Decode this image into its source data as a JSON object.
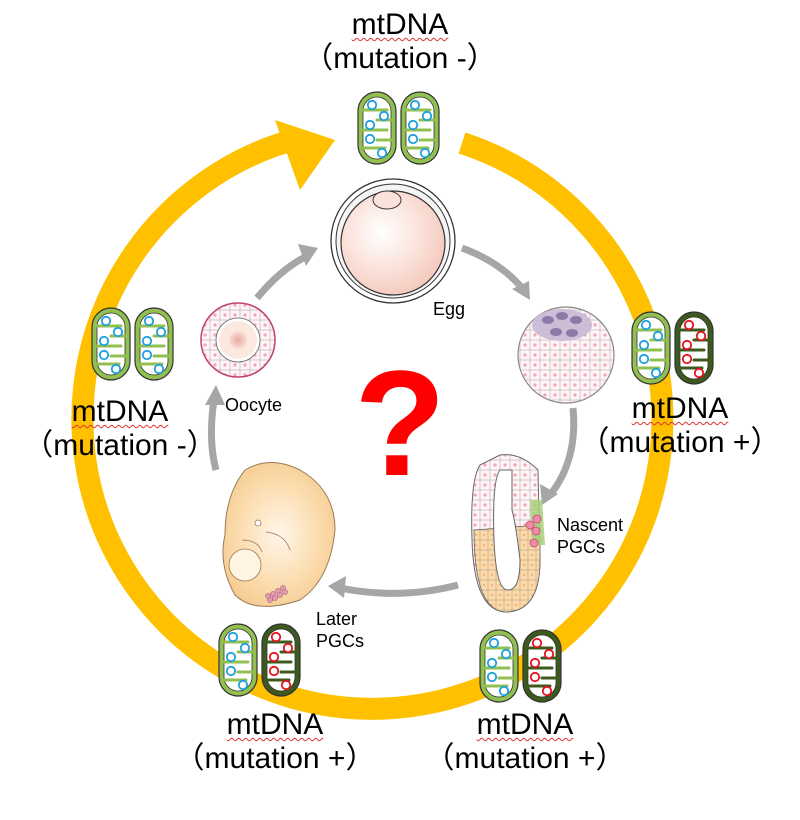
{
  "title": "mtDNA mutation transmission through the germline cycle",
  "colors": {
    "cycle_arrow": "#ffc000",
    "stage_arrow": "#a6a6a6",
    "question_mark": "#ff0000",
    "mito_normal_fill": "#92c050",
    "mito_mutant_fill": "#3d5a1e",
    "mtdna_normal": "#1ea0e0",
    "mtdna_mutant": "#e8121e"
  },
  "center_symbol": "?",
  "stages": [
    {
      "id": "egg",
      "label": "Egg"
    },
    {
      "id": "embryo",
      "label": ""
    },
    {
      "id": "nascent-pgcs",
      "label_line1": "Nascent",
      "label_line2": "PGCs"
    },
    {
      "id": "later-pgcs",
      "label_line1": "Later",
      "label_line2": "PGCs"
    },
    {
      "id": "oocyte",
      "label": "Oocyte"
    }
  ],
  "mtdna_states": [
    {
      "position": "top",
      "line1": "mtDNA",
      "line2": "（mutation -）",
      "mutant": false
    },
    {
      "position": "right",
      "line1": "mtDNA",
      "line2": "（mutation +）",
      "mutant": true
    },
    {
      "position": "bottom-right",
      "line1": "mtDNA",
      "line2": "（mutation +）",
      "mutant": true
    },
    {
      "position": "bottom-left",
      "line1": "mtDNA",
      "line2": "（mutation +）",
      "mutant": true
    },
    {
      "position": "left",
      "line1": "mtDNA",
      "line2": "（mutation -）",
      "mutant": false
    }
  ]
}
